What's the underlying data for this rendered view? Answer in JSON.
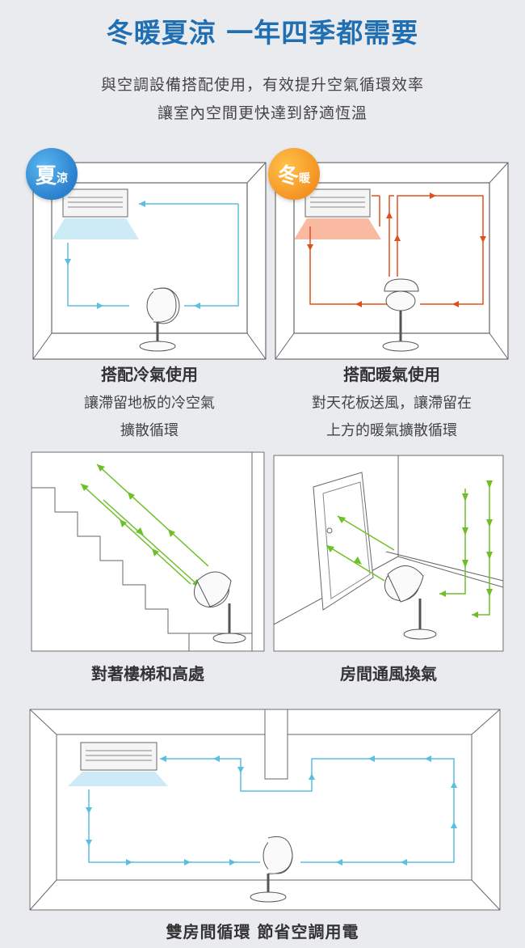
{
  "heading": "冬暖夏涼 一年四季都需要",
  "intro": [
    "與空調設備搭配使用，有效提升空氣循環效率",
    "讓室內空間更快達到舒適恆溫"
  ],
  "summer_badge": {
    "big": "夏",
    "small": "涼"
  },
  "winter_badge": {
    "big": "冬",
    "small": "暖"
  },
  "cool_caption": {
    "title": "搭配冷氣使用",
    "lines": [
      "讓滯留地板的冷空氣",
      "擴散循環"
    ]
  },
  "warm_caption": {
    "title": "搭配暖氣使用",
    "lines": [
      "對天花板送風，讓滯留在",
      "上方的暖氣擴散循環"
    ]
  },
  "stairs_caption": "對著樓梯和高處",
  "ventilate_caption": "房間通風換氣",
  "dual_caption": "雙房間循環 節省空調用電",
  "colors": {
    "cool": "#5bbde0",
    "warm": "#e0501f",
    "green": "#6fbf2a",
    "line": "#555555"
  }
}
